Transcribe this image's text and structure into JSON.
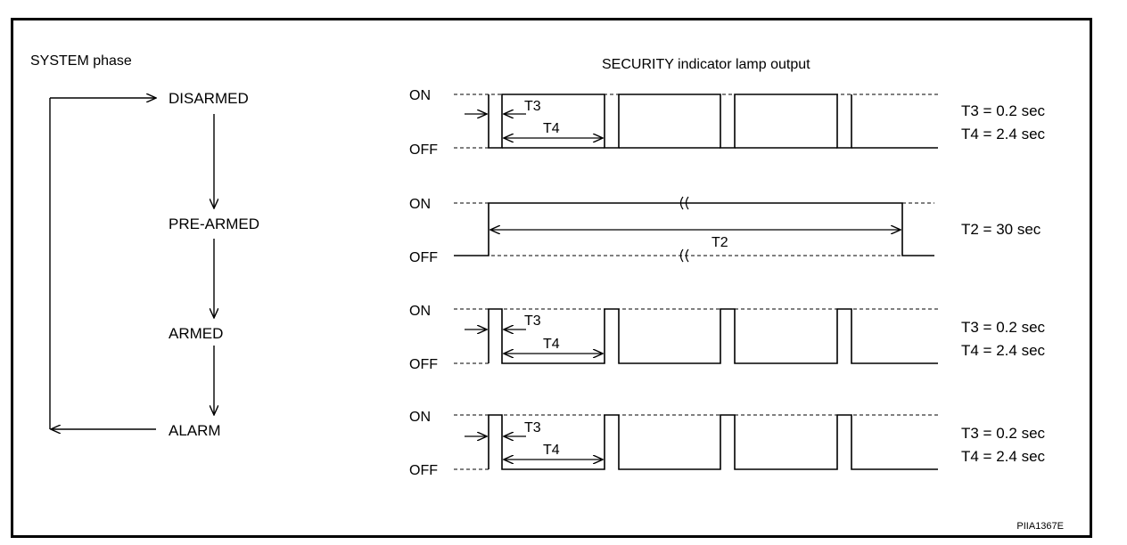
{
  "left_panel": {
    "title": "SYSTEM phase",
    "phases": [
      "DISARMED",
      "PRE-ARMED",
      "ARMED",
      "ALARM"
    ]
  },
  "right_panel": {
    "title": "SECURITY indicator lamp output",
    "on_label": "ON",
    "off_label": "OFF",
    "timing_rows": [
      {
        "phase": "DISARMED",
        "waveform": "pulsed-low",
        "annotations": [
          "T3",
          "T4"
        ],
        "specs": [
          "T3 = 0.2 sec",
          "T4 = 2.4 sec"
        ]
      },
      {
        "phase": "PRE-ARMED",
        "waveform": "steady-on",
        "annotations": [
          "T2"
        ],
        "specs": [
          "T2 = 30 sec"
        ]
      },
      {
        "phase": "ARMED",
        "waveform": "pulsed-high",
        "annotations": [
          "T3",
          "T4"
        ],
        "specs": [
          "T3 = 0.2 sec",
          "T4 = 2.4 sec"
        ]
      },
      {
        "phase": "ALARM",
        "waveform": "pulsed-high",
        "annotations": [
          "T3",
          "T4"
        ],
        "specs": [
          "T3 = 0.2 sec",
          "T4 = 2.4 sec"
        ]
      }
    ]
  },
  "figure_code": "PIIA1367E"
}
